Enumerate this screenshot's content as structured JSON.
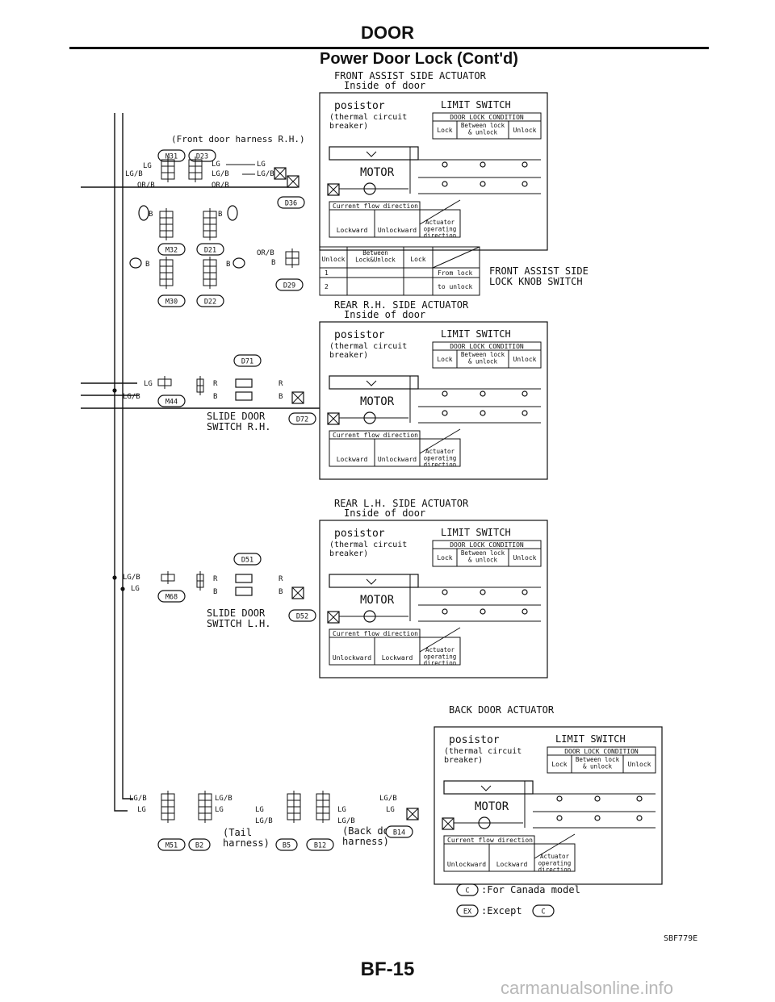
{
  "header": {
    "section": "DOOR",
    "title": "Power Door Lock (Cont'd)"
  },
  "footer": {
    "page_number": "BF-15",
    "figure_code": "SBF779E",
    "watermark": "carmanualsonline.info"
  },
  "harness": {
    "front_door_rh": "(Front door harness R.H.)",
    "tail": "(Tail\nharness)",
    "back_door": "(Back door\nharness)"
  },
  "connectors": {
    "m31": "M31",
    "d23": "D23",
    "m32": "M32",
    "d21": "D21",
    "m30": "M30",
    "d22": "D22",
    "d36": "D36",
    "d29": "D29",
    "d71": "D71",
    "m44": "M44",
    "d72": "D72",
    "d51": "D51",
    "m68": "M68",
    "d52": "D52",
    "m51": "M51",
    "b2": "B2",
    "b5": "B5",
    "b12": "B12",
    "b14": "B14"
  },
  "wire_colors": {
    "lg": "LG",
    "lgb": "LG/B",
    "orb": "OR/B",
    "b": "B",
    "r": "R"
  },
  "switches": {
    "slide_rh": "SLIDE DOOR\nSWITCH R.H.",
    "slide_lh": "SLIDE DOOR\nSWITCH L.H."
  },
  "actuators": [
    {
      "title": "FRONT ASSIST SIDE ACTUATOR",
      "subtitle": "Inside of door",
      "posistor": "posistor",
      "posistor_desc": "(thermal circuit\nbreaker)",
      "limit_switch": "LIMIT SWITCH",
      "condition_header": "DOOR LOCK CONDITION",
      "cond_lock": "Lock",
      "cond_between": "Between lock\n& unlock",
      "cond_unlock": "Unlock",
      "motor": "MOTOR",
      "flow_header": "Current flow direction",
      "flow_left": "Lockward",
      "flow_right": "Unlockward",
      "operating": "Actuator\noperating\ndirection"
    },
    {
      "title": "REAR R.H. SIDE ACTUATOR",
      "subtitle": "Inside of door",
      "posistor": "posistor",
      "posistor_desc": "(thermal circuit\nbreaker)",
      "limit_switch": "LIMIT SWITCH",
      "condition_header": "DOOR LOCK CONDITION",
      "cond_lock": "Lock",
      "cond_between": "Between lock\n& unlock",
      "cond_unlock": "Unlock",
      "motor": "MOTOR",
      "flow_header": "Current flow direction",
      "flow_left": "Lockward",
      "flow_right": "Unlockward",
      "operating": "Actuator\noperating\ndirection"
    },
    {
      "title": "REAR L.H. SIDE ACTUATOR",
      "subtitle": "Inside of door",
      "posistor": "posistor",
      "posistor_desc": "(thermal circuit\nbreaker)",
      "limit_switch": "LIMIT SWITCH",
      "condition_header": "DOOR LOCK CONDITION",
      "cond_lock": "Lock",
      "cond_between": "Between lock\n& unlock",
      "cond_unlock": "Unlock",
      "motor": "MOTOR",
      "flow_header": "Current flow direction",
      "flow_left": "Unlockward",
      "flow_right": "Lockward",
      "operating": "Actuator\noperating\ndirection"
    },
    {
      "title": "BACK DOOR ACTUATOR",
      "subtitle": "",
      "posistor": "posistor",
      "posistor_desc": "(thermal circuit\nbreaker)",
      "limit_switch": "LIMIT SWITCH",
      "condition_header": "DOOR LOCK CONDITION",
      "cond_lock": "Lock",
      "cond_between": "Between lock\n& unlock",
      "cond_unlock": "Unlock",
      "motor": "MOTOR",
      "flow_header": "Current flow direction",
      "flow_left": "Unlockward",
      "flow_right": "Lockward",
      "operating": "Actuator\noperating\ndirection"
    }
  ],
  "knob_switch": {
    "title": "FRONT ASSIST SIDE\nLOCK KNOB SWITCH",
    "unlock": "Unlock",
    "between": "Between\nLock&Unlock",
    "lock": "Lock",
    "row1": "1",
    "row2": "2",
    "from_lock": "From lock",
    "to_unlock": "to unlock"
  },
  "legend": {
    "c_symbol": "C",
    "c_text": ":For Canada model",
    "ex_symbol": "EX",
    "ex_text": ":Except",
    "ex_ref": "C"
  }
}
